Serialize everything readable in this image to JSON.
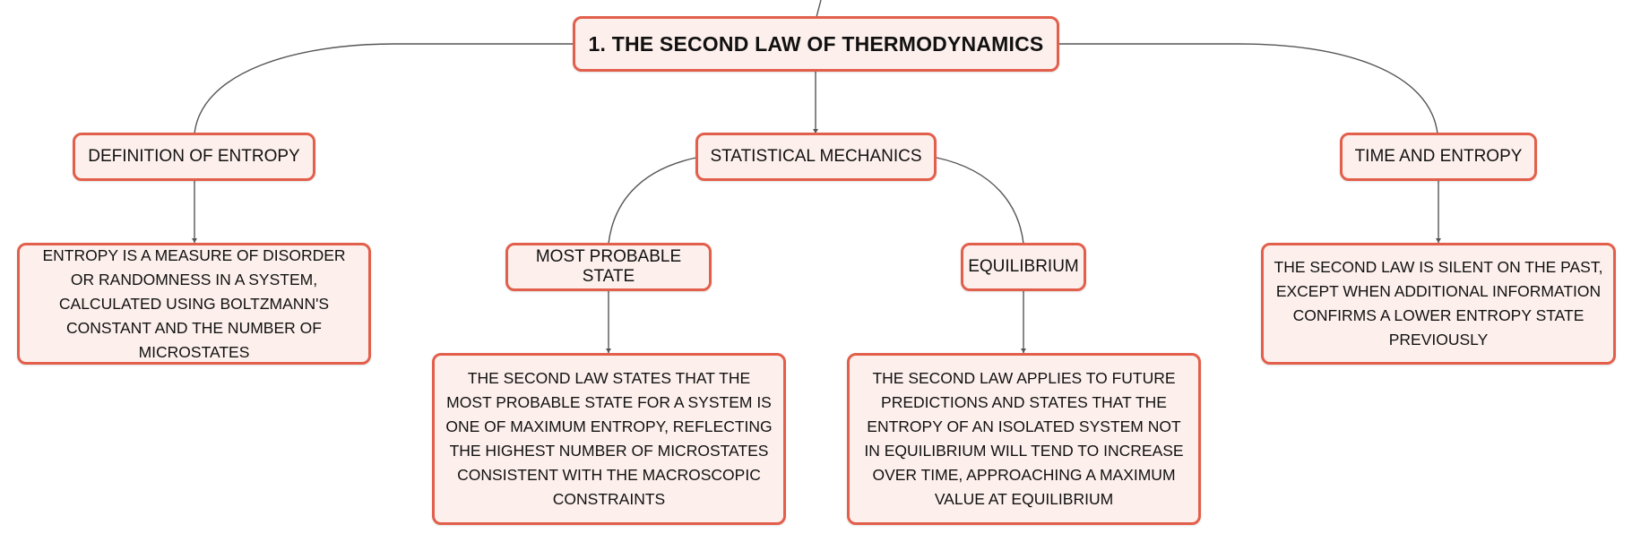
{
  "colors": {
    "node_border": "#e25f4b",
    "node_fill": "#fdf0ec",
    "connector": "#555555",
    "text": "#111111"
  },
  "mindmap": {
    "root": {
      "label": "1. THE SECOND LAW OF THERMODYNAMICS"
    },
    "definition_of_entropy": {
      "label": "DEFINITION OF ENTROPY",
      "detail": "ENTROPY IS A MEASURE OF DISORDER OR RANDOMNESS IN A SYSTEM, CALCULATED USING BOLTZMANN'S CONSTANT AND THE NUMBER OF MICROSTATES"
    },
    "statistical_mechanics": {
      "label": "STATISTICAL MECHANICS",
      "most_probable_state": {
        "label": "MOST PROBABLE STATE",
        "detail": "THE SECOND LAW STATES THAT THE MOST PROBABLE STATE FOR A SYSTEM IS ONE OF MAXIMUM ENTROPY, REFLECTING THE HIGHEST NUMBER OF MICROSTATES CONSISTENT WITH THE MACROSCOPIC CONSTRAINTS"
      },
      "equilibrium": {
        "label": "EQUILIBRIUM",
        "detail": "THE SECOND LAW APPLIES TO FUTURE PREDICTIONS AND STATES THAT THE ENTROPY OF AN ISOLATED SYSTEM NOT IN EQUILIBRIUM WILL TEND TO INCREASE OVER TIME, APPROACHING A MAXIMUM VALUE AT EQUILIBRIUM"
      }
    },
    "time_and_entropy": {
      "label": "TIME AND ENTROPY",
      "detail": "THE SECOND LAW IS SILENT ON THE PAST, EXCEPT WHEN ADDITIONAL INFORMATION CONFIRMS A LOWER ENTROPY STATE PREVIOUSLY"
    }
  }
}
